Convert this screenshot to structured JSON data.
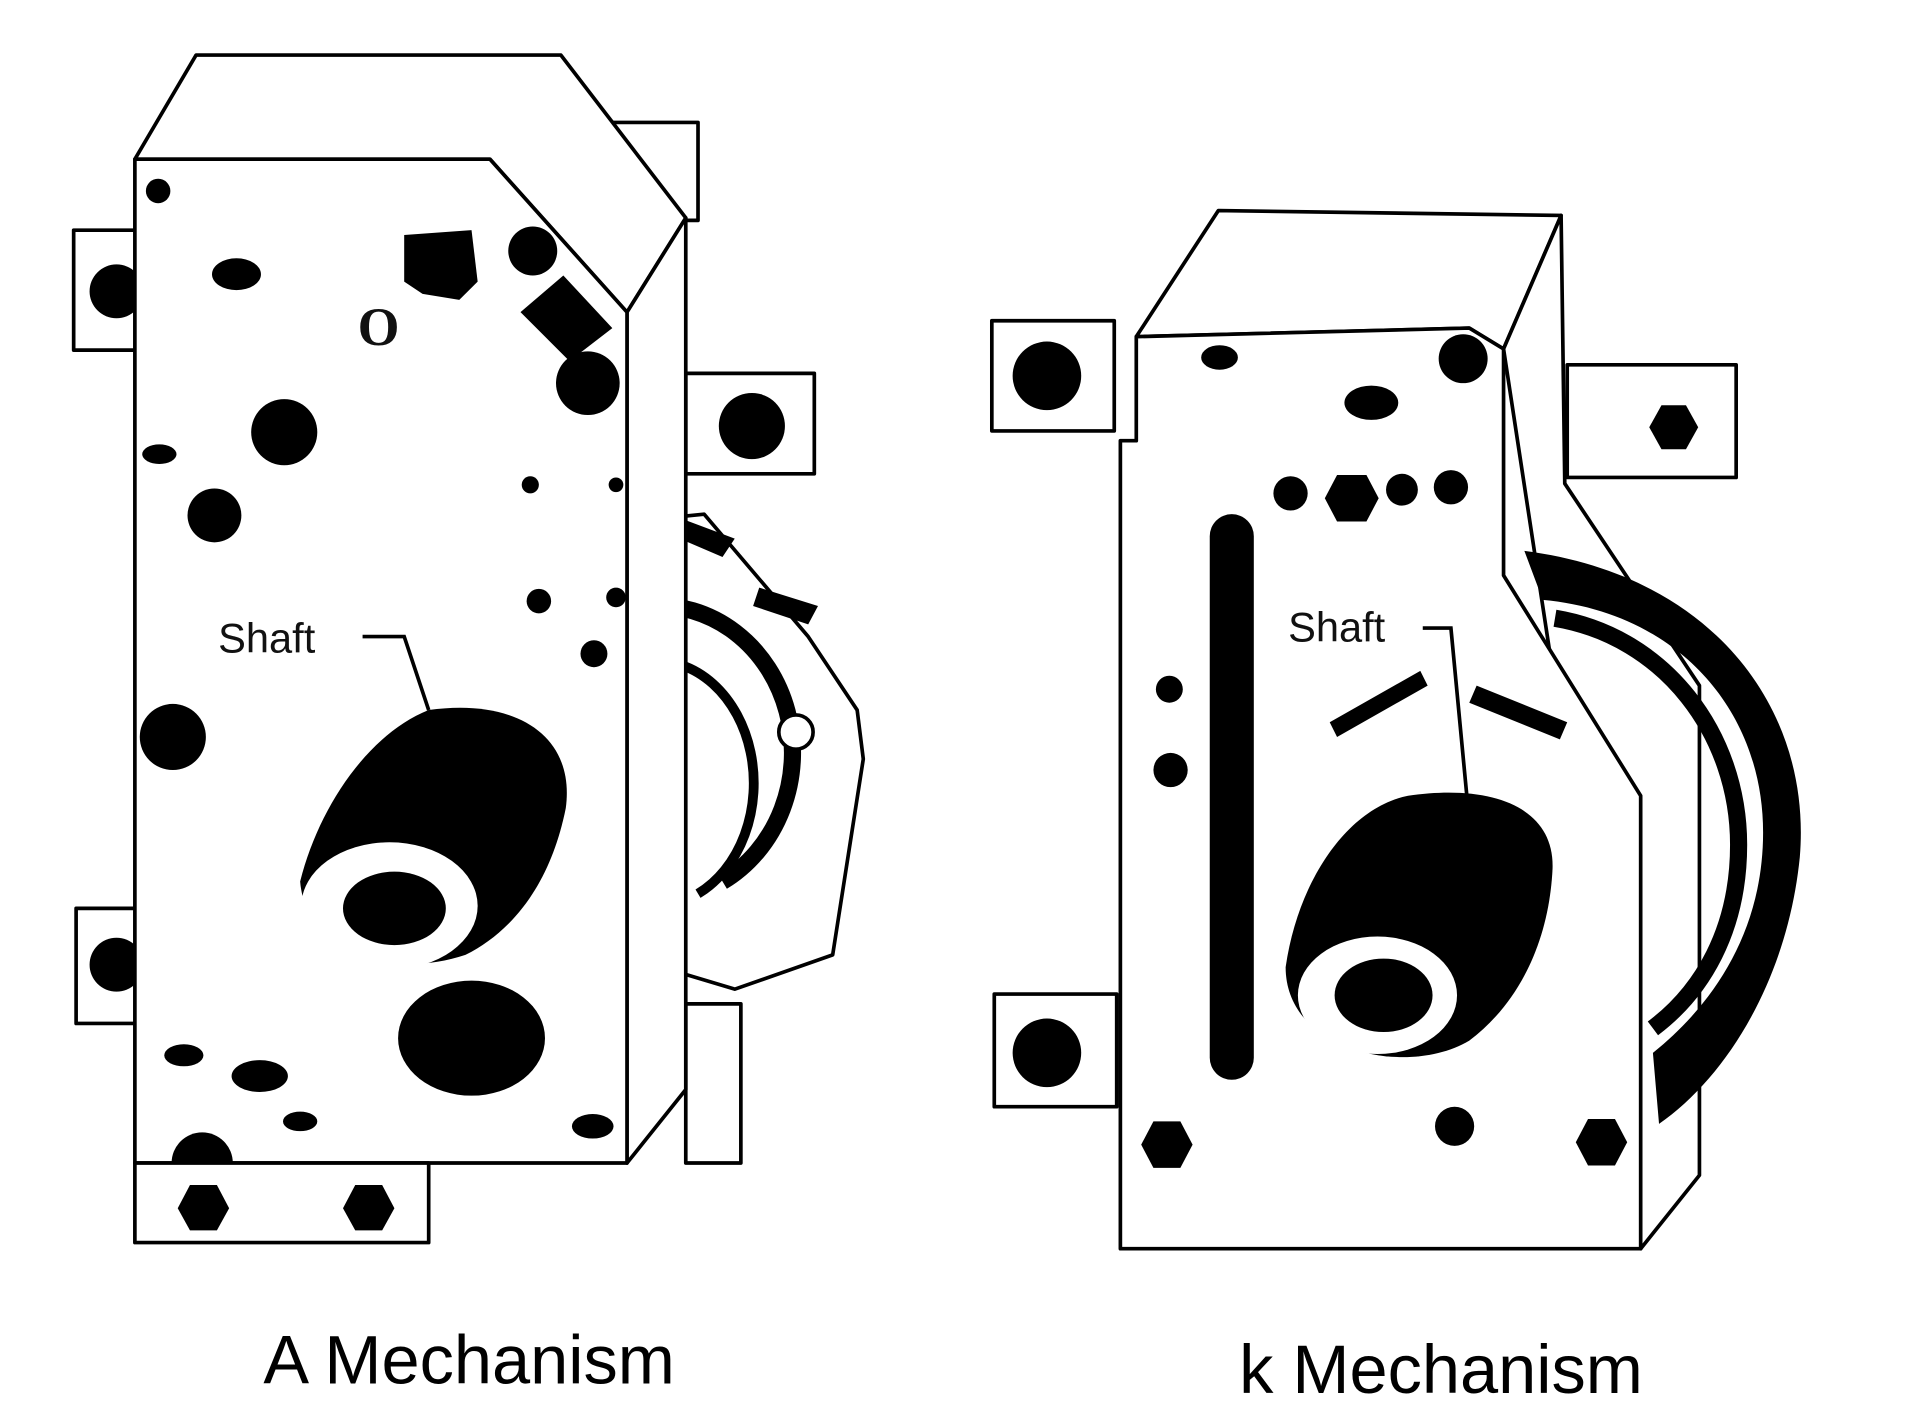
{
  "diagram": {
    "left": {
      "caption": "A Mechanism",
      "shaft_label": "Shaft",
      "part_mark": "O"
    },
    "right": {
      "caption": "k Mechanism",
      "shaft_label": "Shaft"
    }
  }
}
